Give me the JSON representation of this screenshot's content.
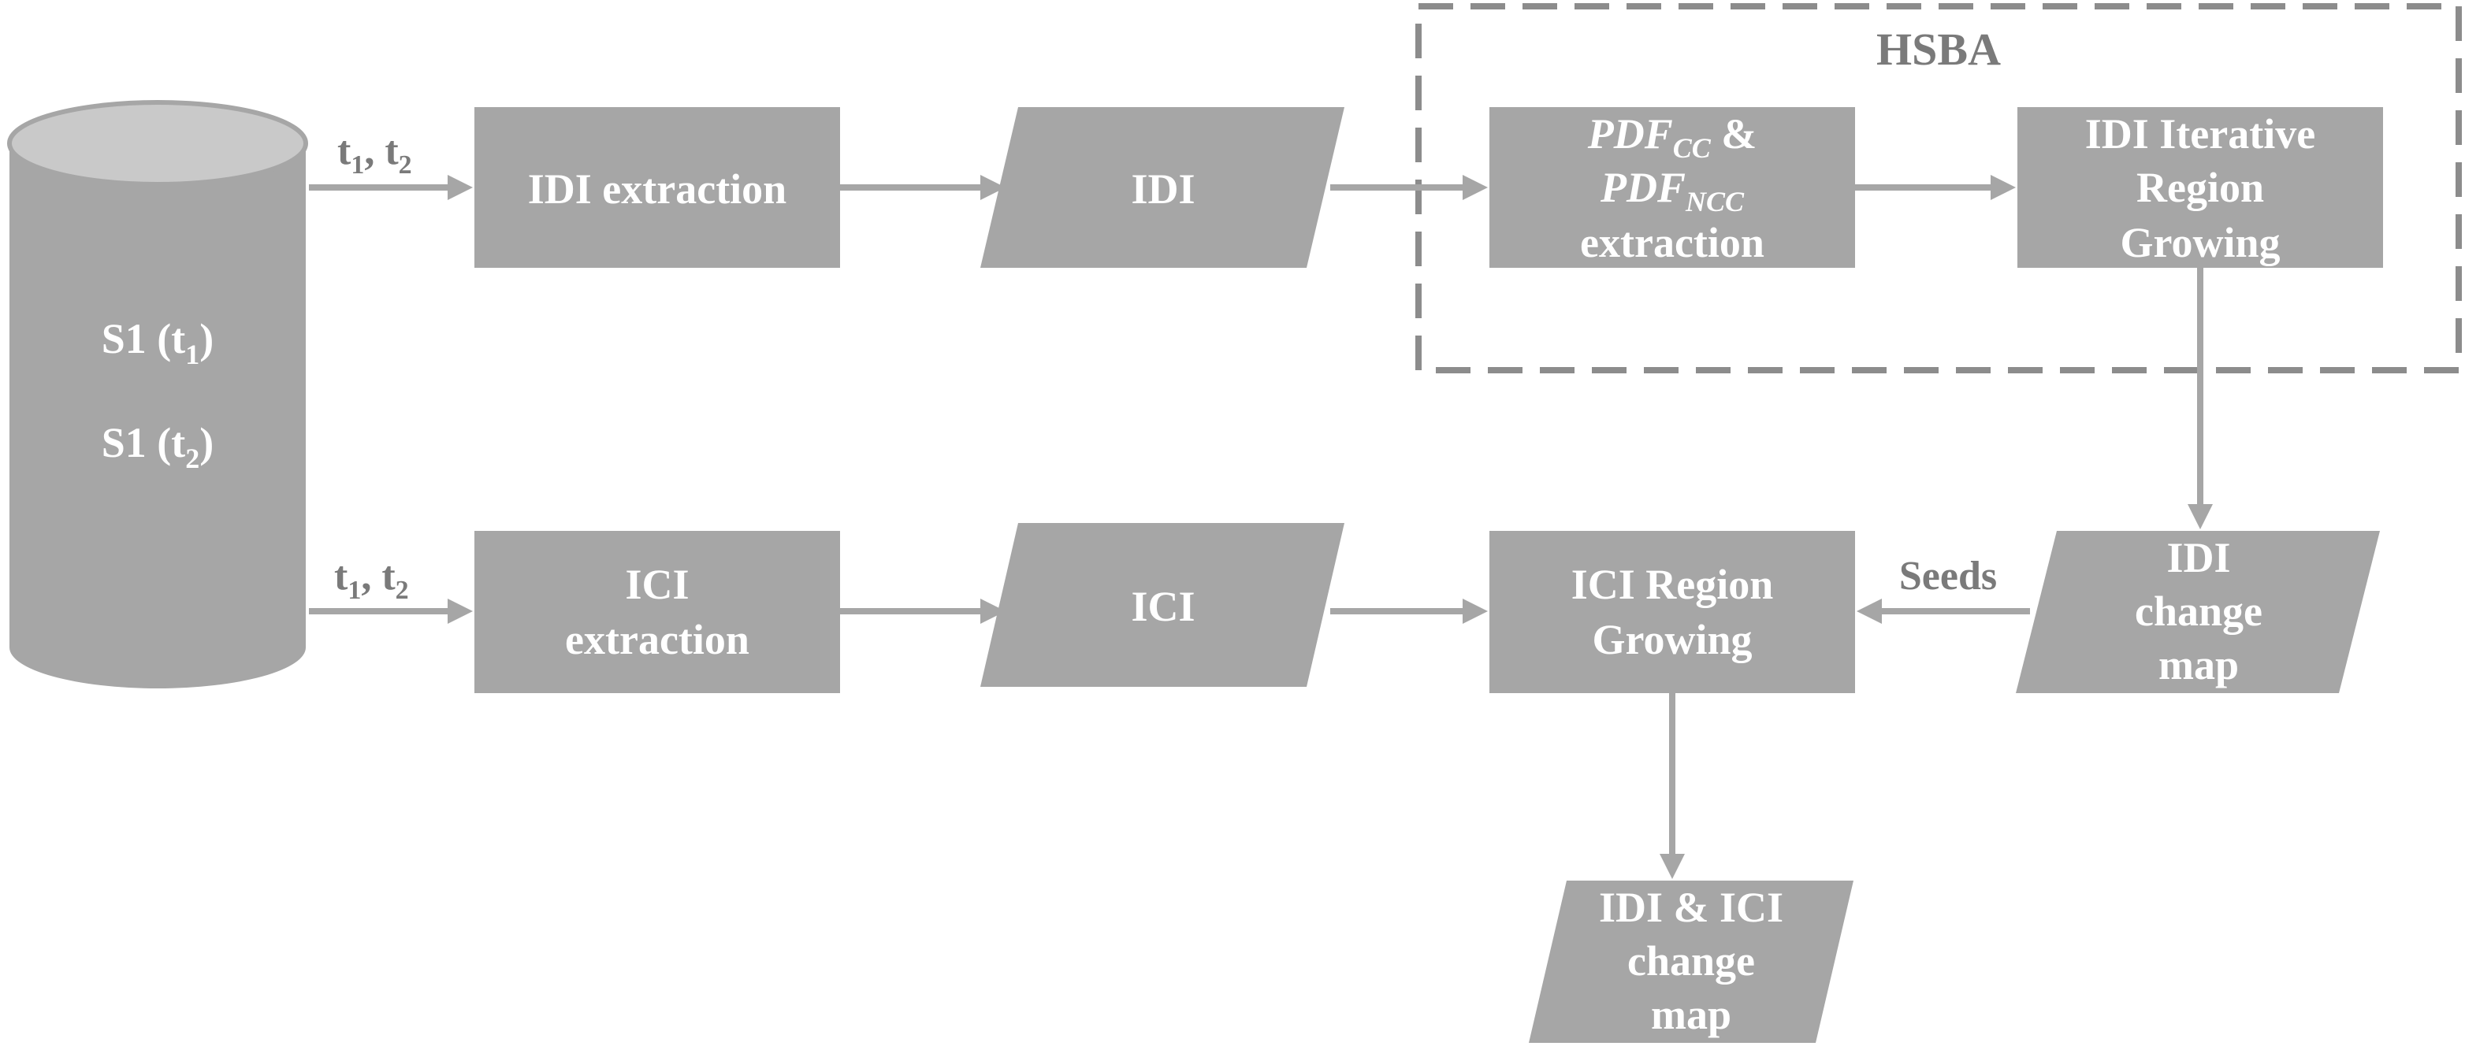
{
  "cylinder": {
    "line1_main": "S1 (t",
    "line1_sub": "1",
    "line1_end": ")",
    "line2_main": "S1 (t",
    "line2_sub": "2",
    "line2_end": ")"
  },
  "top_input": {
    "t": "t",
    "sub1": "1",
    "sep": ", t",
    "sub2": "2"
  },
  "bottom_input": {
    "t": "t",
    "sub1": "1",
    "sep": ", t",
    "sub2": "2"
  },
  "idi_extraction": "IDI extraction",
  "idi": "IDI",
  "pdf_box": {
    "pdf1": "PDF",
    "sub1": "CC",
    "amp": " &",
    "pdf2": "PDF",
    "sub2": "NCC",
    "line3": "extraction"
  },
  "iterative": {
    "line1": "IDI Iterative",
    "line2": "Region",
    "line3": "Growing"
  },
  "hsba_label": "HSBA",
  "ici_extraction": {
    "line1": "ICI",
    "line2": "extraction"
  },
  "ici": "ICI",
  "ici_region": {
    "line1": "ICI Region",
    "line2": "Growing"
  },
  "seeds_label": "Seeds",
  "idi_change_map": {
    "line1": "IDI",
    "line2": "change",
    "line3": "map"
  },
  "final_map": {
    "line1": "IDI & ICI",
    "line2": "change",
    "line3": "map"
  }
}
